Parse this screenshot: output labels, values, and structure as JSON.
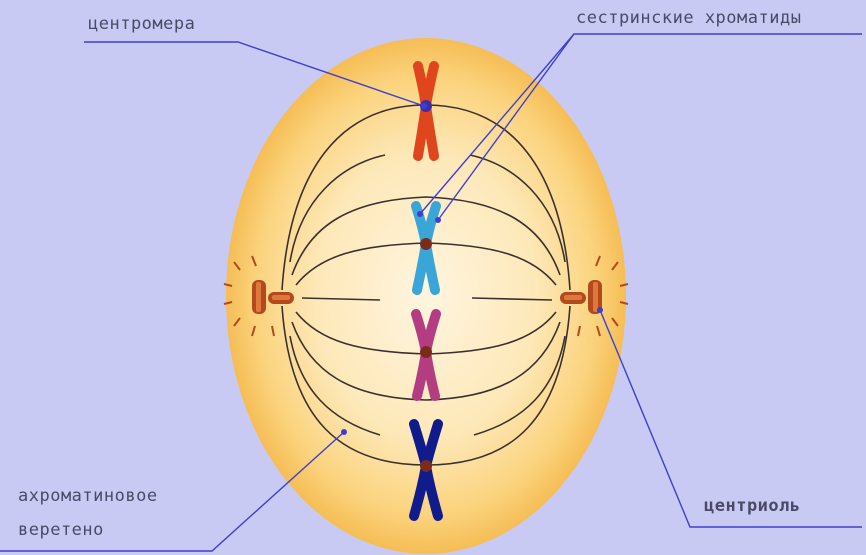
{
  "labels": {
    "centromere": "центромера",
    "sister_chromatids": "сестринские хроматиды",
    "spindle_line1": "ахроматиновое",
    "spindle_line2": "веретено",
    "centriole": "центриоль"
  },
  "colors": {
    "background": "#c9caf3",
    "cell_center": "#fff4dc",
    "cell_edge": "#f7c35c",
    "spindle_fibers": "#3b3030",
    "pointer_lines": "#3f3fcf",
    "centriole": "#b34a1e",
    "chromosome_red": "#e0461e",
    "chromosome_cyan": "#3aa6d8",
    "chromosome_magenta": "#b43d82",
    "chromosome_navy": "#101c8c",
    "centromere_dot": "#7a2b1c"
  },
  "icons": [
    "centriole-icon",
    "chromosome-icon"
  ]
}
